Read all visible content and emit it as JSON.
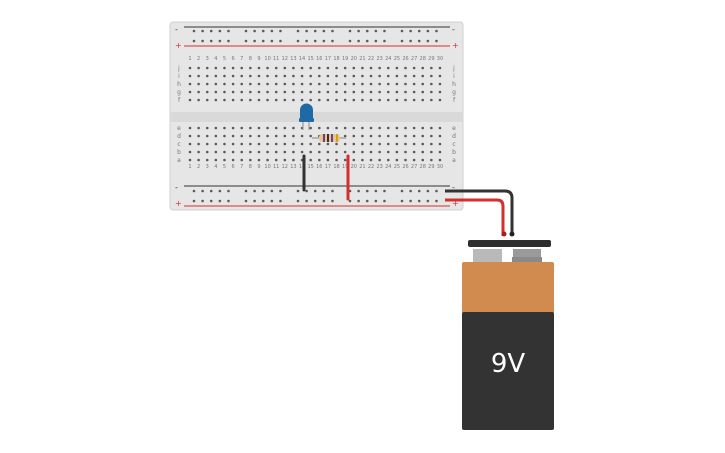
{
  "breadboard": {
    "columns": 30,
    "rows_top": [
      "j",
      "i",
      "h",
      "g",
      "f"
    ],
    "rows_bottom": [
      "e",
      "d",
      "c",
      "b",
      "a"
    ],
    "rail_minus_sign": "-",
    "rail_plus_sign": "+",
    "rail_minus_color": "#333333",
    "rail_plus_color": "#d32f2f"
  },
  "components": {
    "led": {
      "color": "#1f6aa5"
    },
    "resistor": {
      "body_color": "#e6c98a",
      "bands": [
        "#6a3d9a",
        "#333333",
        "#6a3d9a",
        "#c9a227"
      ]
    },
    "wire_black": {
      "color": "#333333"
    },
    "wire_red": {
      "color": "#d32f2f"
    }
  },
  "battery": {
    "label": "9V",
    "top_color": "#d18b4f",
    "body_color": "#333333"
  }
}
